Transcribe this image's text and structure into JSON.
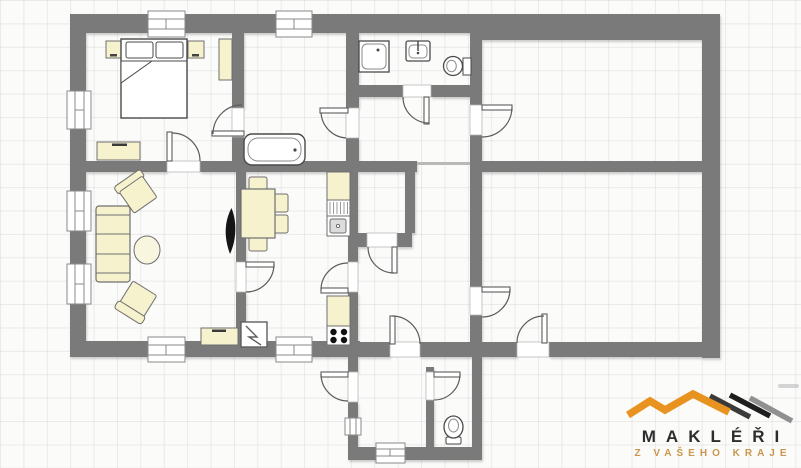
{
  "app": {
    "type": "real-estate-floor-plan",
    "orientation": "top-down"
  },
  "palette": {
    "wall": "#7a7a7a",
    "furniture_fill": "#f6f2cd",
    "fixture_fill": "#ffffff",
    "outline": "#565656",
    "grid_line": "#e7e7e2",
    "background": "#fbfbf9",
    "accent_orange": "#e8931f"
  },
  "logo": {
    "title": "MAKLÉŘI",
    "subtitle": "Z VAŠEHO KRAJE",
    "title_color": "#2d2d2d",
    "subtitle_color": "#c9974d",
    "roof_colors": {
      "orange": "#e8931f",
      "dark": "#3a3a3a",
      "black": "#1e1e1e",
      "gray": "#909090"
    }
  },
  "floorplan": {
    "rooms": [
      "bedroom",
      "bathroom",
      "wc",
      "hallway",
      "closet",
      "living-room",
      "kitchen-dining",
      "room-right-top",
      "room-right-bottom",
      "entry-hall-extension",
      "wc-extension"
    ],
    "fixtures": [
      "double-bed",
      "pillow-left",
      "pillow-right",
      "nightstand-left",
      "nightstand-right",
      "wardrobe",
      "dresser",
      "bathtub",
      "shower-cabin",
      "wash-basin",
      "toilet",
      "sofa",
      "coffee-table",
      "armchair-top",
      "armchair-bottom",
      "plant-silhouette",
      "tv-cabinet",
      "fireplace-stove",
      "dining-table",
      "dining-chairs",
      "kitchen-counter-sink",
      "dish-drainer",
      "kitchen-sink",
      "kitchen-counter-stove",
      "cooktop-four-burners",
      "toilet-extension"
    ],
    "windows_count": 9,
    "doors_count": 13
  }
}
